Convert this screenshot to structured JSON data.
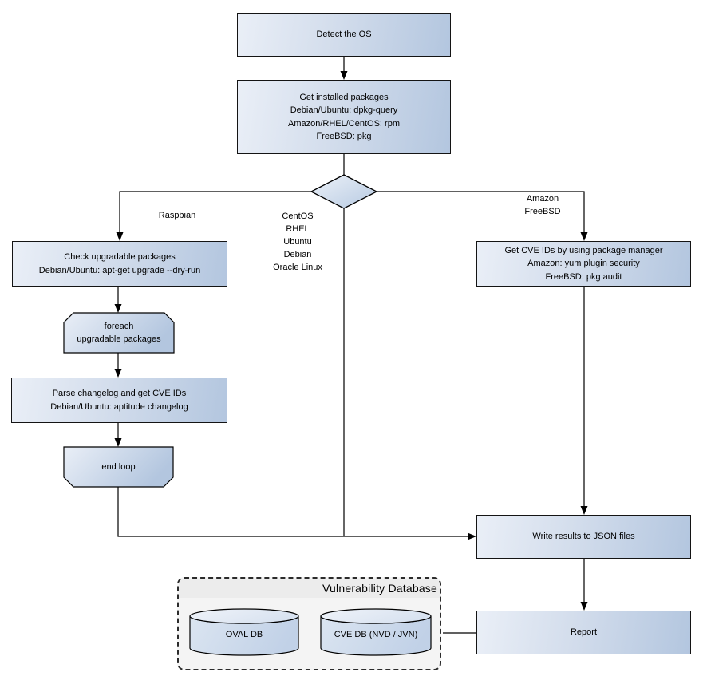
{
  "diagram": {
    "nodes": {
      "detect_os": "Detect the OS",
      "get_installed_packages": "Get installed packages\nDebian/Ubuntu: dpkg-query\nAmazon/RHEL/CentOS: rpm\nFreeBSD: pkg",
      "check_upgradable": "Check upgradable packages\nDebian/Ubuntu: apt-get upgrade --dry-run",
      "foreach_loop_start": "foreach\nupgradable  packages",
      "parse_changelog": "Parse changelog and get  CVE IDs\nDebian/Ubuntu: aptitude changelog",
      "loop_end": "end loop",
      "get_cve_ids_pkg_manager": "Get CVE IDs by using package manager\nAmazon: yum plugin security\nFreeBSD: pkg audit",
      "write_results": "Write results to JSON files",
      "report": "Report"
    },
    "branch_labels": {
      "left": "Raspbian",
      "middle": "CentOS\nRHEL\nUbuntu\nDebian\nOracle Linux",
      "right": "Amazon\nFreeBSD"
    },
    "vulnerability_database": {
      "title": "Vulnerability Database",
      "stores": {
        "oval": "OVAL DB",
        "cve": "CVE DB (NVD / JVN)"
      }
    },
    "colors": {
      "node_gradient_start": "#eaeff7",
      "node_gradient_end": "#b3c6df",
      "cylinder_body_start": "#dbe5f1",
      "cylinder_body_end": "#c1d1e7",
      "line": "#000000",
      "container_fill": "#f4f4f4",
      "container_title_band": "#ececec"
    }
  }
}
